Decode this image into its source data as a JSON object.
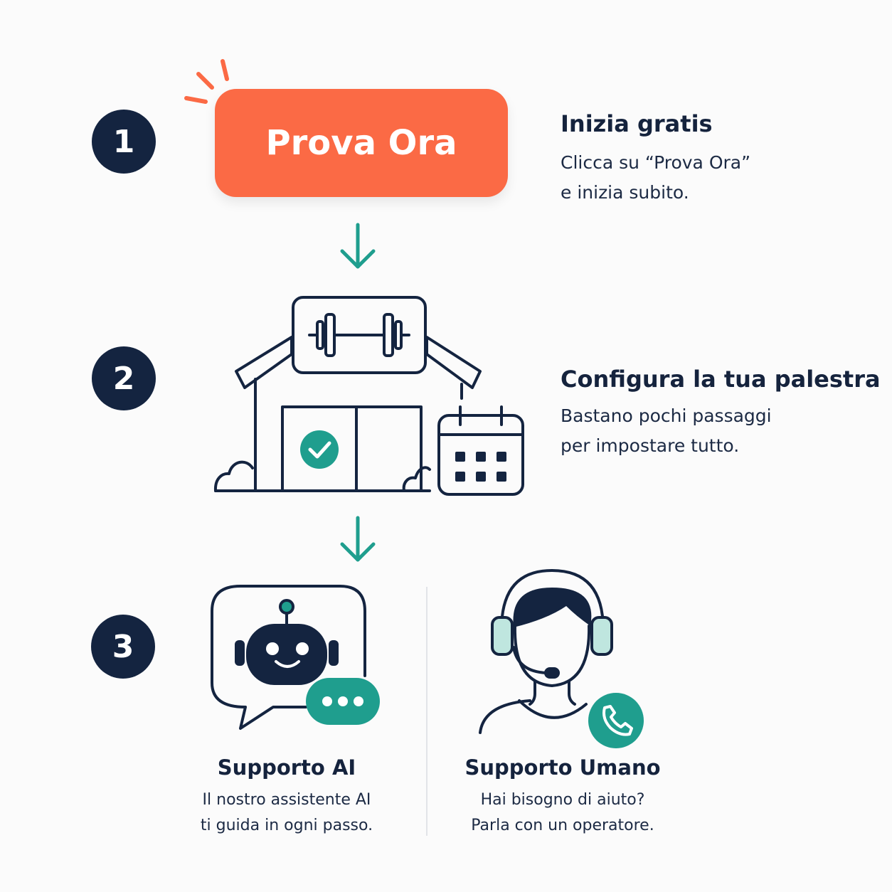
{
  "colors": {
    "navy": "#142440",
    "orange": "#fb6a45",
    "teal": "#1f9e8e",
    "teal_light": "#bfe6df"
  },
  "steps": [
    {
      "number": "1",
      "title": "Inizia gratis",
      "desc_lines": [
        "Clicca su “Prova Ora”",
        "e inizia subito."
      ],
      "button_label": "Prova Ora",
      "icon": "cta-button"
    },
    {
      "number": "2",
      "title": "Configura la tua palestra",
      "desc_lines": [
        "Bastano pochi passaggi",
        "per impostare tutto."
      ],
      "icon": "gym-building-icon"
    },
    {
      "number": "3",
      "options": [
        {
          "title": "Supporto AI",
          "desc_lines": [
            "Il nostro assistente AI",
            "ti guida in ogni passo."
          ],
          "icon": "ai-robot-chat-icon"
        },
        {
          "title": "Supporto Umano",
          "desc_lines": [
            "Hai bisogno di aiuto?",
            "Parla con un operatore."
          ],
          "icon": "human-operator-headset-icon"
        }
      ]
    }
  ]
}
